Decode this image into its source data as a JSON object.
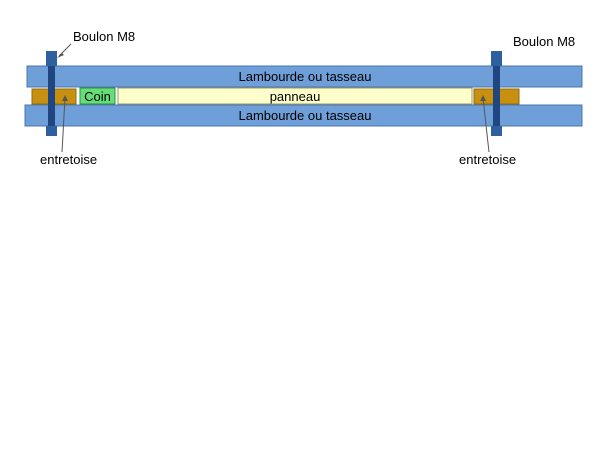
{
  "labels": {
    "bolt_left": "Boulon M8",
    "bolt_right": "Boulon M8",
    "joist_top": "Lambourde ou tasseau",
    "joist_bottom": "Lambourde ou tasseau",
    "wedge": "Coin",
    "panel": "panneau",
    "spacer_left": "entretoise",
    "spacer_right": "entretoise"
  },
  "colors": {
    "joist_fill": "#6f9fd8",
    "joist_stroke": "#4a77b0",
    "spacer_fill": "#c89010",
    "spacer_stroke": "#8f6a10",
    "wedge_fill": "#66dd77",
    "wedge_stroke": "#2f8f3f",
    "panel_fill": "#ffffcc",
    "panel_stroke": "#999966",
    "bolt_fill": "#2e5f9e",
    "bolt_shaft": "#1f4680",
    "leader": "#555555"
  }
}
